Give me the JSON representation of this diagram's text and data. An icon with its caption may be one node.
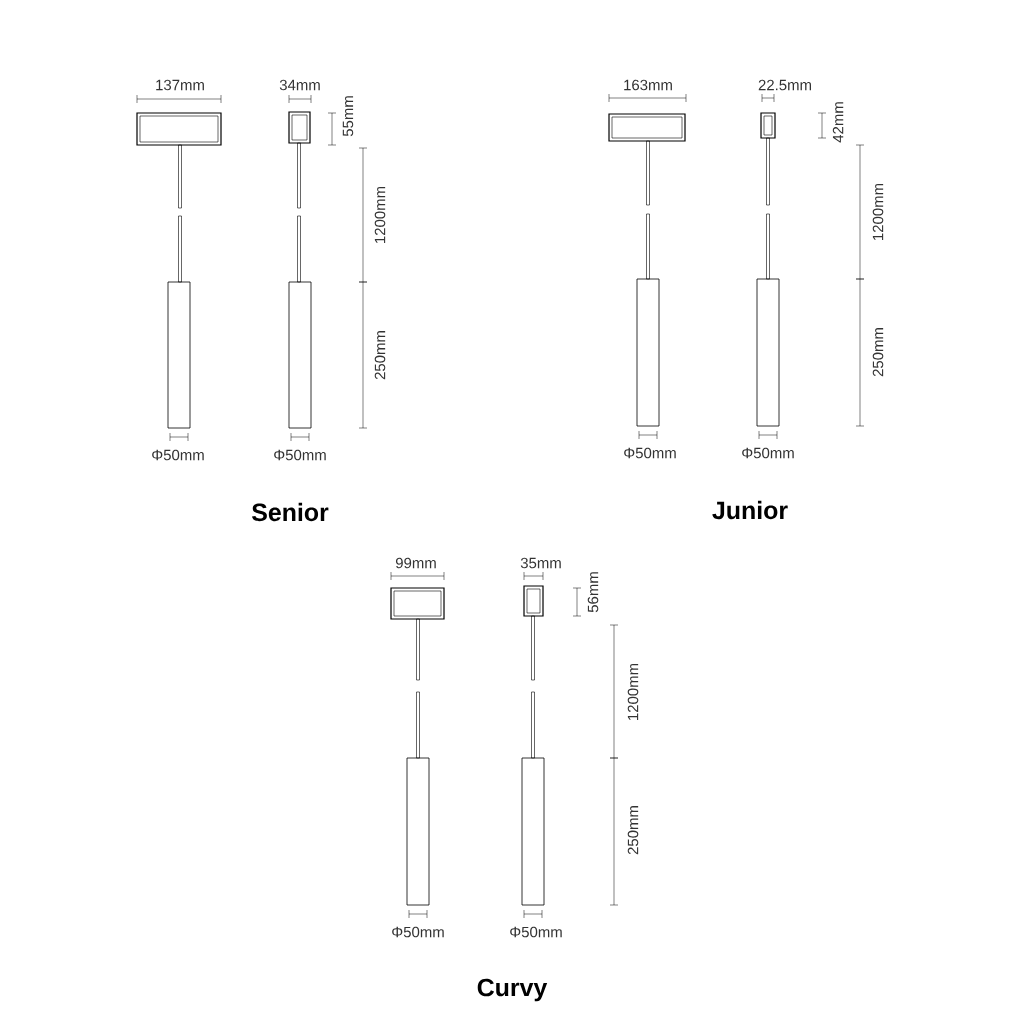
{
  "diagram": {
    "labels": [
      "137mm",
      "34mm",
      "55mm",
      "1200mm",
      "250mm",
      "Φ50mm",
      "Φ50mm",
      "Senior",
      "163mm",
      "22.5mm",
      "42mm",
      "1200mm",
      "250mm",
      "Φ50mm",
      "Φ50mm",
      "Junior",
      "99mm",
      "35mm",
      "56mm",
      "1200mm",
      "250mm",
      "Φ50mm",
      "Φ50mm",
      "Curvy"
    ]
  }
}
